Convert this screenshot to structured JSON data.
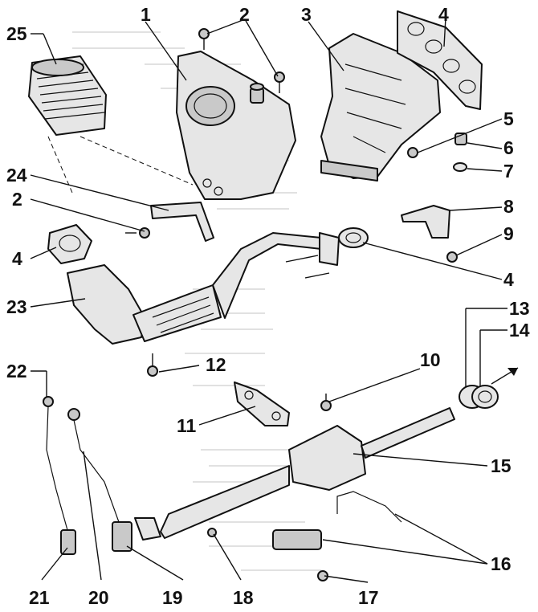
{
  "labels": [
    "1",
    "2",
    "3",
    "4",
    "5",
    "6",
    "7",
    "8",
    "9",
    "4",
    "13",
    "14",
    "10",
    "12",
    "11",
    "15",
    "16",
    "17",
    "18",
    "19",
    "20",
    "21",
    "22",
    "23",
    "2",
    "4",
    "24",
    "25"
  ]
}
